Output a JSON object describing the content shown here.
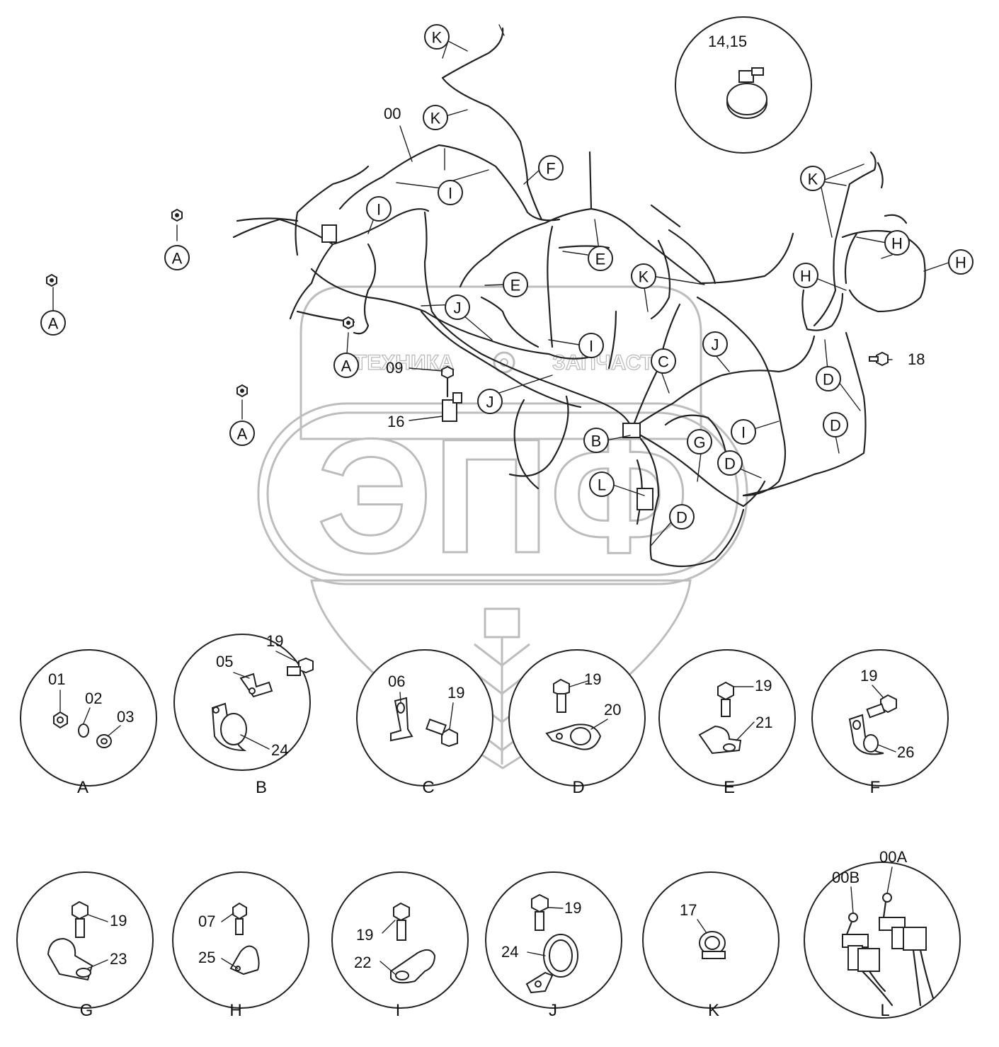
{
  "watermark": {
    "logo_letters": "ЭПФ",
    "left_word": "ТЕХНИКА",
    "right_word": "ЗАПЧАСТИ"
  },
  "callouts": {
    "K": "K",
    "I": "I",
    "F": "F",
    "E": "E",
    "H": "H",
    "J": "J",
    "A": "A",
    "C": "C",
    "D": "D",
    "B": "B",
    "G": "G",
    "L": "L"
  },
  "part_labels": {
    "p00": "00",
    "p09": "09",
    "p16": "16",
    "p18": "18",
    "p1415": "14,15"
  },
  "details": [
    {
      "letter": "A",
      "parts": [
        "01",
        "02",
        "03"
      ]
    },
    {
      "letter": "B",
      "parts": [
        "19",
        "05",
        "24"
      ]
    },
    {
      "letter": "C",
      "parts": [
        "06",
        "19"
      ]
    },
    {
      "letter": "D",
      "parts": [
        "19",
        "20"
      ]
    },
    {
      "letter": "E",
      "parts": [
        "19",
        "21"
      ]
    },
    {
      "letter": "F",
      "parts": [
        "19",
        "26"
      ]
    },
    {
      "letter": "G",
      "parts": [
        "19",
        "23"
      ]
    },
    {
      "letter": "H",
      "parts": [
        "07",
        "25"
      ]
    },
    {
      "letter": "I",
      "parts": [
        "19",
        "22"
      ]
    },
    {
      "letter": "J",
      "parts": [
        "19",
        "24"
      ]
    },
    {
      "letter": "K",
      "parts": [
        "17"
      ]
    },
    {
      "letter": "L",
      "parts": [
        "00B",
        "00A"
      ]
    }
  ]
}
